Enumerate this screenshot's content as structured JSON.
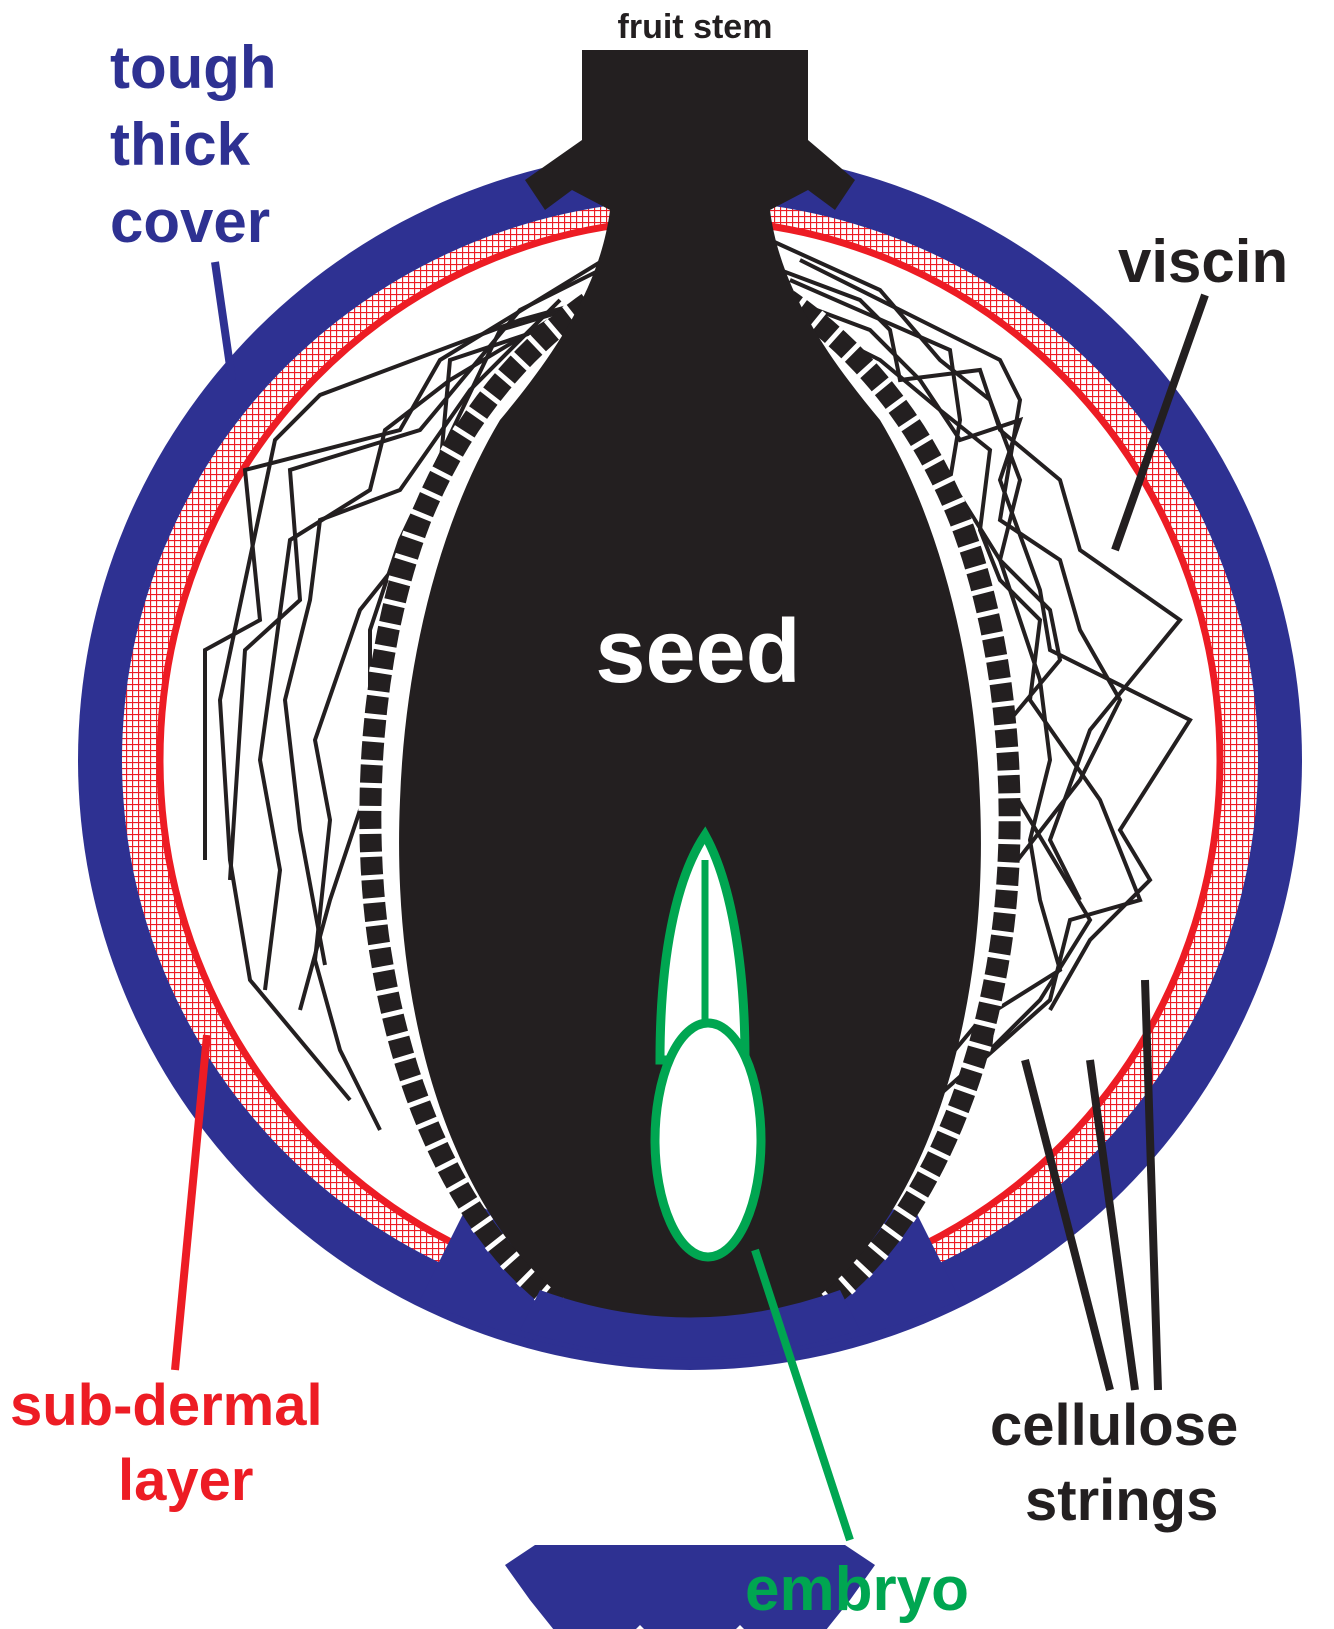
{
  "labels": {
    "fruit_stem": "fruit stem",
    "cover_line1": "tough",
    "cover_line2": "thick",
    "cover_line3": "cover",
    "viscin": "viscin",
    "seed": "seed",
    "subdermal_line1": "sub-dermal",
    "subdermal_line2": "layer",
    "cellulose_line1": "cellulose",
    "cellulose_line2": "strings",
    "embryo": "embryo"
  },
  "colors": {
    "cover": "#2e3192",
    "subdermal": "#ed1c24",
    "seed": "#231f20",
    "embryo": "#00a651",
    "strings": "#231f20",
    "background": "#ffffff"
  }
}
